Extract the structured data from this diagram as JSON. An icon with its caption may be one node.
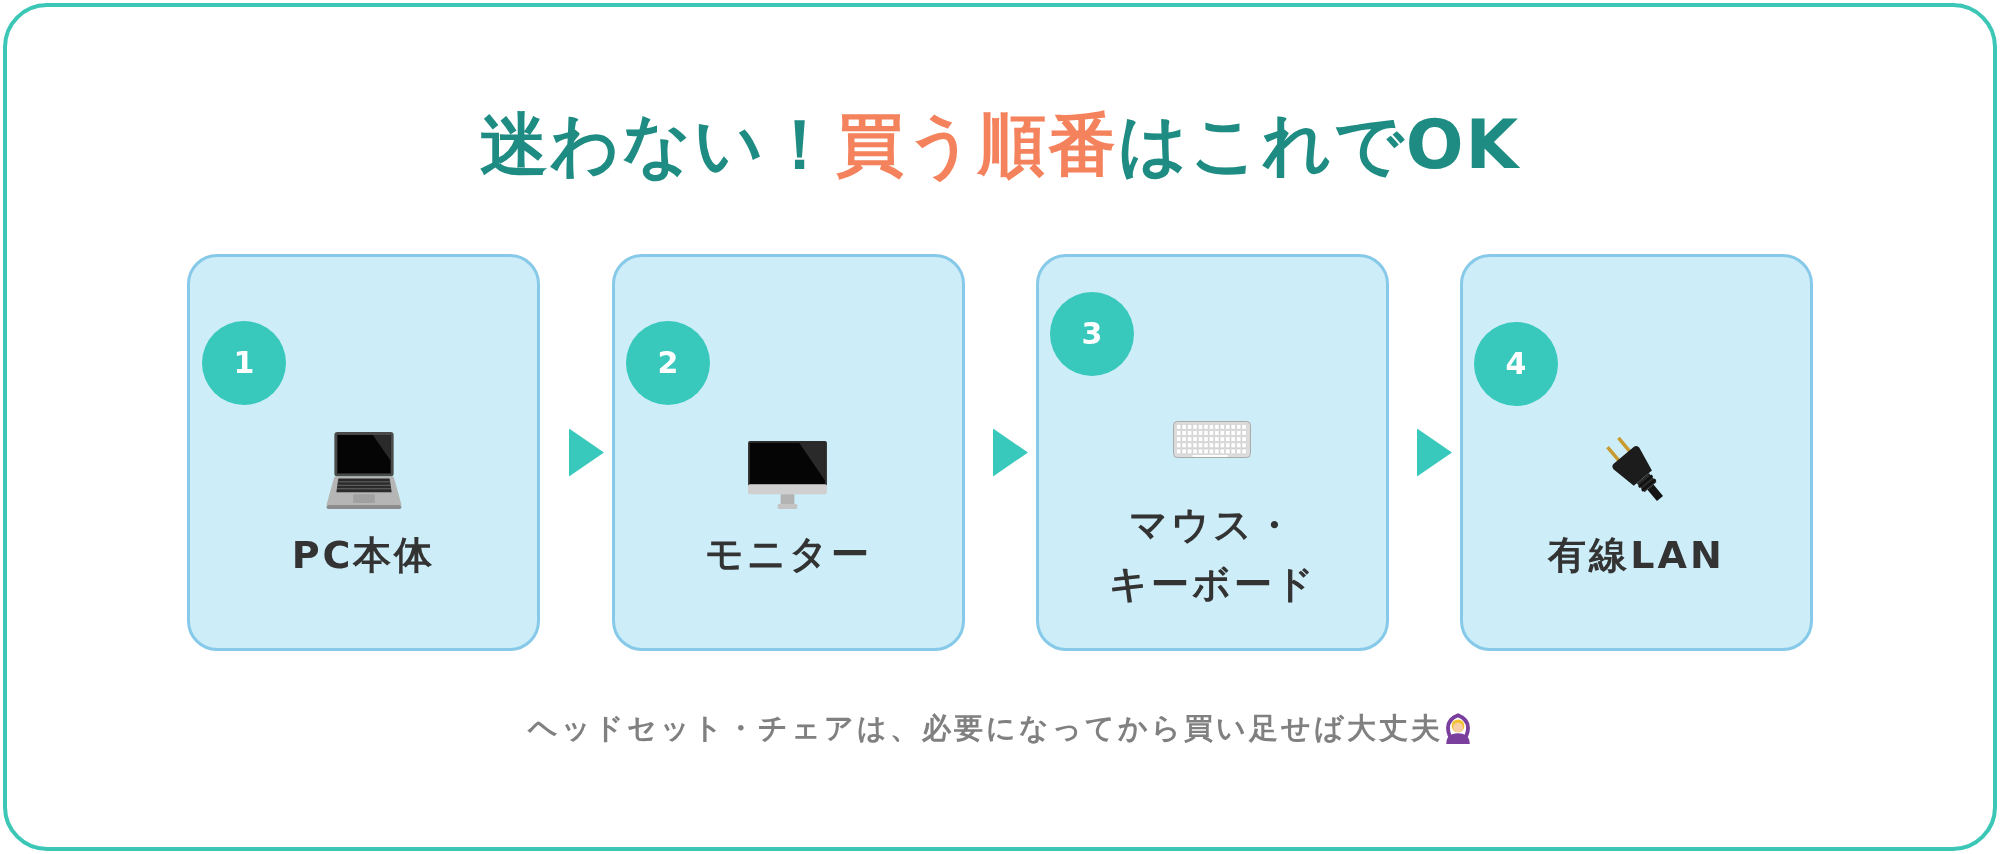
{
  "diagram": {
    "title": "迷わない！**買う順番**はこれでOK",
    "nodes": [
      {
        "text": [
          "PC本体"
        ]
      },
      {
        "text": [
          "1"
        ],
        "in": 0
      },
      {
        "text": [
          "モニター"
        ]
      },
      {
        "text": [
          "2"
        ],
        "in": 2
      },
      {
        "text": [
          "マウス・キーボード"
        ]
      },
      {
        "text": [
          "3"
        ],
        "in": 4
      },
      {
        "text": [
          "有線LAN"
        ]
      },
      {
        "text": [
          "4"
        ],
        "in": 6
      }
    ],
    "edges": [
      {
        "from": 0,
        "to": 2,
        "arrow": "to"
      },
      {
        "from": 2,
        "to": 4,
        "arrow": "to"
      },
      {
        "from": 4,
        "to": 6,
        "arrow": "to"
      }
    ],
    "labels": [
      "ヘッドセット・チェアは、必要になってから買い足せば大丈夫"
    ]
  }
}
